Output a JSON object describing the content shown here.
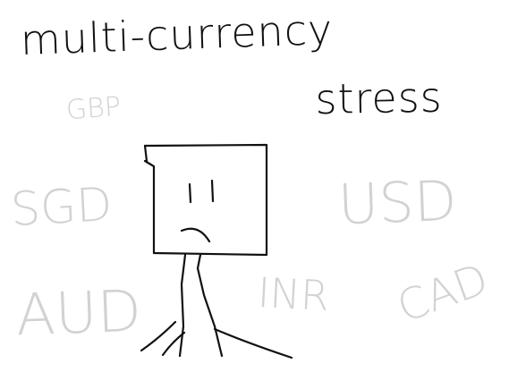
{
  "title": {
    "line1": "multi-currency",
    "line2": "stress"
  },
  "currencies": {
    "gbp": "GBP",
    "sgd": "SGD",
    "usd": "USD",
    "aud": "AUD",
    "inr": "INR",
    "cad": "CAD"
  },
  "colors": {
    "ink": "#111111",
    "faint_currency": "#d2d2d2",
    "background": "#ffffff"
  },
  "figure": {
    "description_icon": "sad-box-stick-figure-icon",
    "mood": "sad"
  }
}
